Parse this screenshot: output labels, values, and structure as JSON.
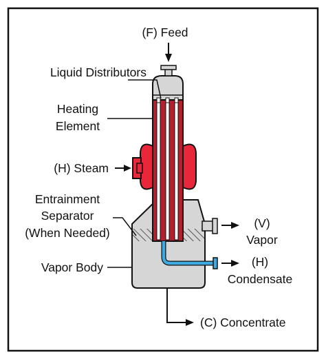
{
  "labels": {
    "feed": "(F) Feed",
    "liquid_distributors": "Liquid Distributors",
    "heating_line1": "Heating",
    "heating_line2": "Element",
    "steam": "(H) Steam",
    "entrainment_line1": "Entrainment",
    "entrainment_line2": "Separator",
    "entrainment_line3": "(When Needed)",
    "vapor_body": "Vapor Body",
    "vapor_line1": "(V)",
    "vapor_line2": "Vapor",
    "condensate_line1": "(H)",
    "condensate_line2": "Condensate",
    "concentrate": "(C) Concentrate"
  },
  "colors": {
    "frame": "#111111",
    "vessel": "#d6d6d6",
    "steam_jacket": "#e8283a",
    "tubes": "#b3202e",
    "condensate_pipe": "#3fa9e0",
    "hatch": "#333333"
  }
}
